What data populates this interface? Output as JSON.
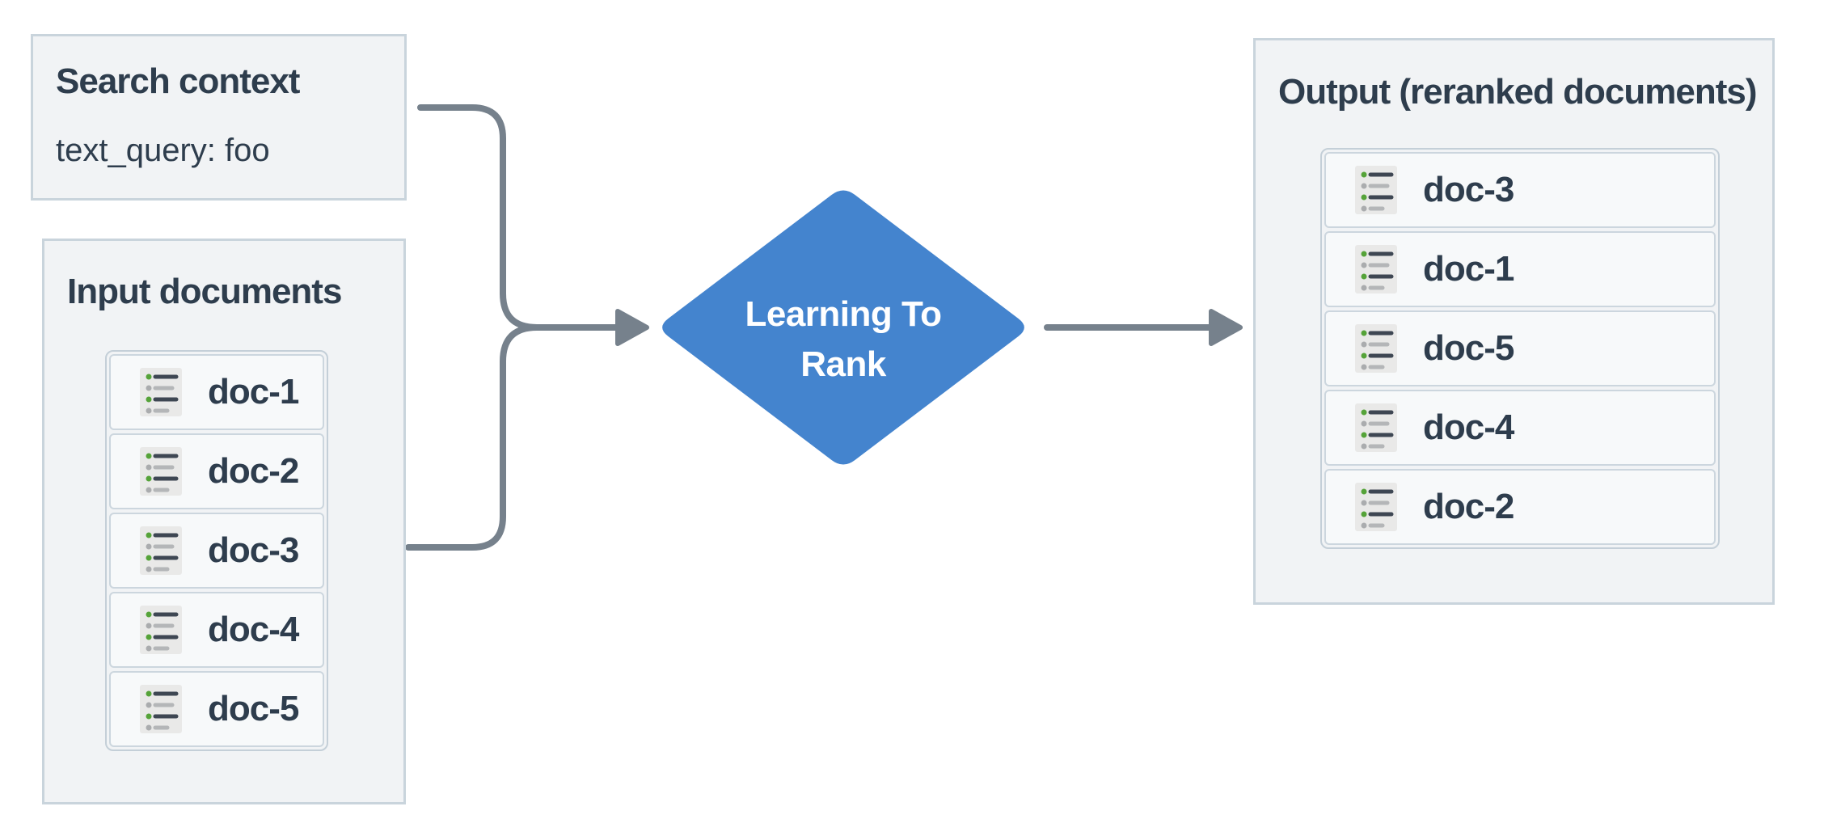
{
  "colors": {
    "background": "#ffffff",
    "box_background": "#f1f3f5",
    "box_border": "#c9d4dc",
    "item_background": "#f7f9fa",
    "item_border": "#ccd6de",
    "text_dark": "#2e3d4d",
    "arrow_gray": "#76818c",
    "diamond_blue": "#4484ce",
    "diamond_text": "#ffffff",
    "icon_background": "#e9e9e8",
    "icon_line_dark": "#3e4753",
    "icon_line_gray": "#b4b6b8",
    "icon_bullet_green": "#55a339",
    "icon_bullet_gray": "#aaacae"
  },
  "search_context": {
    "title": "Search context",
    "query": "text_query: foo"
  },
  "input_documents": {
    "title": "Input documents",
    "items": [
      {
        "label": "doc-1",
        "icon": "list-icon"
      },
      {
        "label": "doc-2",
        "icon": "list-icon"
      },
      {
        "label": "doc-3",
        "icon": "list-icon"
      },
      {
        "label": "doc-4",
        "icon": "list-icon"
      },
      {
        "label": "doc-5",
        "icon": "list-icon"
      }
    ]
  },
  "processor": {
    "line1": "Learning To",
    "line2": "Rank"
  },
  "output_documents": {
    "title": "Output (reranked documents)",
    "items": [
      {
        "label": "doc-3",
        "icon": "list-icon"
      },
      {
        "label": "doc-1",
        "icon": "list-icon"
      },
      {
        "label": "doc-5",
        "icon": "list-icon"
      },
      {
        "label": "doc-4",
        "icon": "list-icon"
      },
      {
        "label": "doc-2",
        "icon": "list-icon"
      }
    ]
  }
}
